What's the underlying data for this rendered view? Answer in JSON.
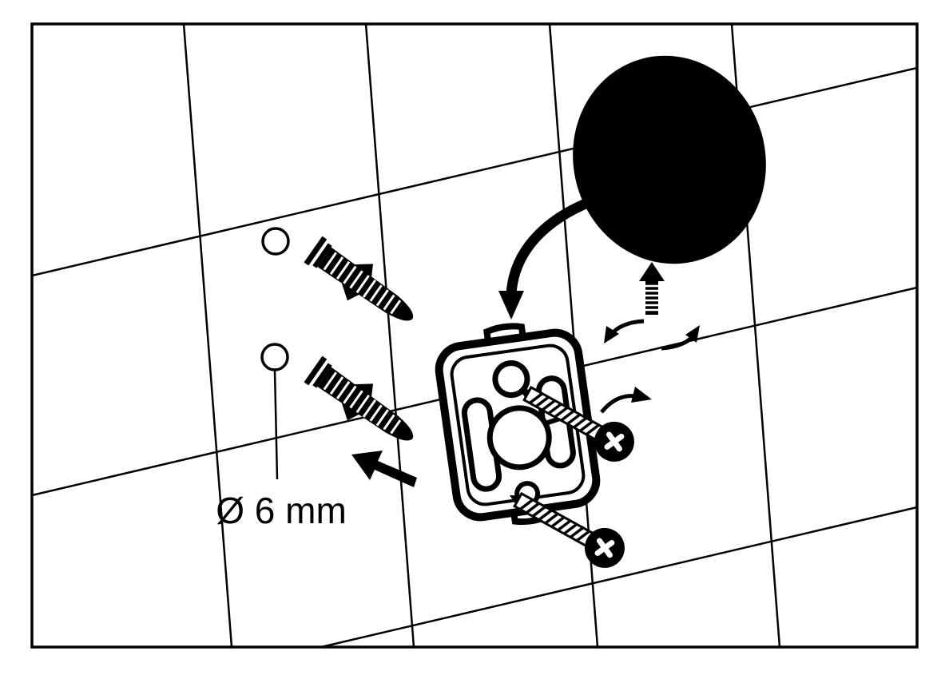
{
  "diagram": {
    "type": "installation-instruction",
    "label_diameter": "Ø 6 mm",
    "colors": {
      "line": "#000000",
      "background": "#ffffff"
    },
    "parts": [
      "tiled-wall-grid",
      "drill-hole-top",
      "drill-hole-bottom",
      "diameter-label",
      "wall-anchor-top",
      "wall-anchor-bottom",
      "insert-direction-arrow",
      "mounting-plate",
      "screw-top",
      "screw-bottom",
      "screw-rotation-arrow",
      "attach-direction-arrow",
      "hook-disc",
      "push-on-arrow",
      "rotate-on-arrows"
    ]
  }
}
